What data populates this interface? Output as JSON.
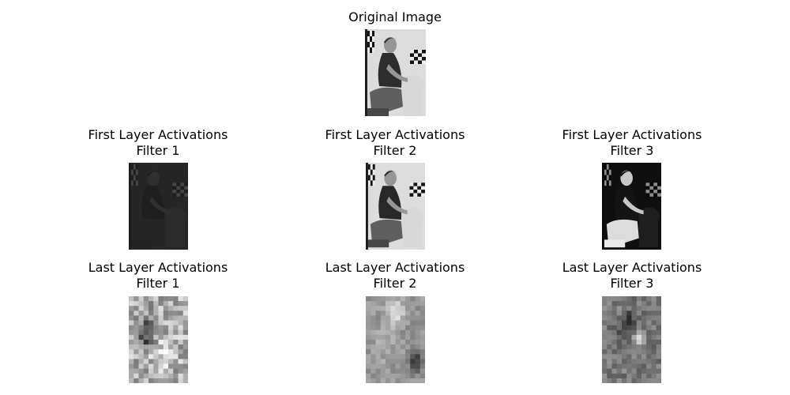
{
  "figure": {
    "original": {
      "title": "Original Image"
    },
    "panels": [
      {
        "line1": "First Layer Activations",
        "line2": "Filter 1"
      },
      {
        "line1": "First Layer Activations",
        "line2": "Filter 2"
      },
      {
        "line1": "First Layer Activations",
        "line2": "Filter 3"
      },
      {
        "line1": "Last Layer Activations",
        "line2": "Filter 1"
      },
      {
        "line1": "Last Layer Activations",
        "line2": "Filter 2"
      },
      {
        "line1": "Last Layer Activations",
        "line2": "Filter 3"
      }
    ]
  },
  "chart_data": {
    "type": "image-grid",
    "colormap": "gray",
    "axes_visible": false,
    "rows": [
      [
        "Original Image"
      ],
      [
        "First Layer Activations Filter 1",
        "First Layer Activations Filter 2",
        "First Layer Activations Filter 3"
      ],
      [
        "Last Layer Activations Filter 1",
        "Last Layer Activations Filter 2",
        "Last Layer Activations Filter 3"
      ]
    ]
  }
}
